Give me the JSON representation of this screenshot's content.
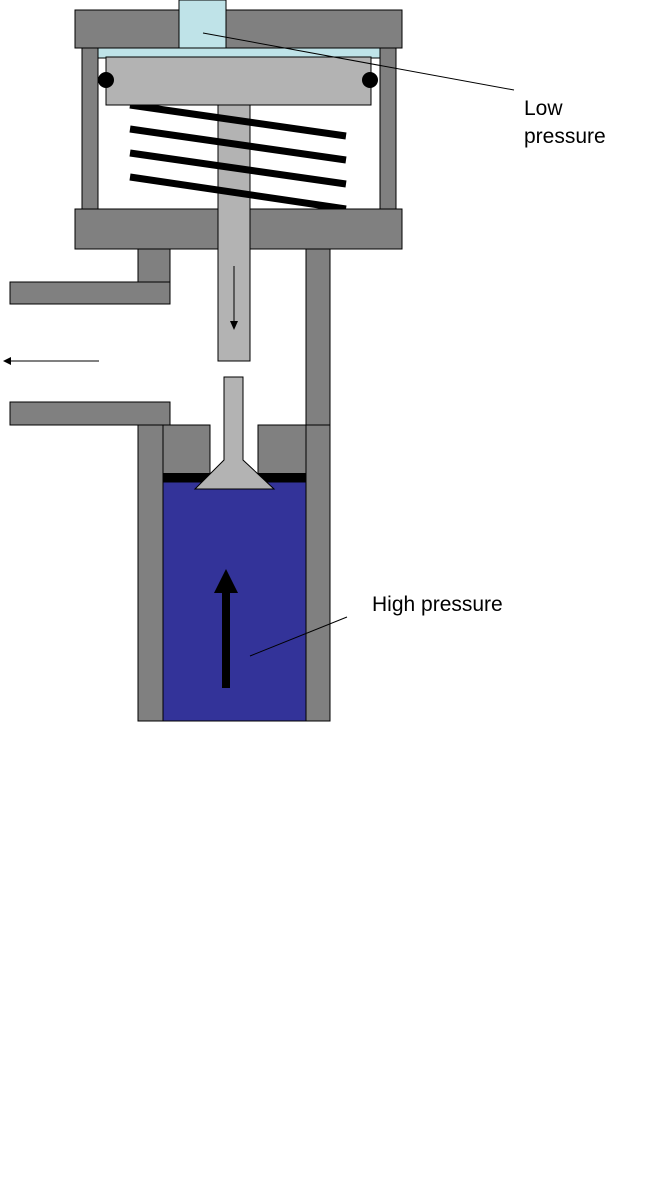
{
  "labels": {
    "low_pressure_line1": "Low",
    "low_pressure_line2": "pressure",
    "high_pressure": "High pressure"
  },
  "colors": {
    "housing": "#808080",
    "piston_plate": "#b3b3b3",
    "low_pressure_chamber": "#bfe3e8",
    "high_pressure_fluid": "#333399",
    "spring": "#000000",
    "outline": "#000000"
  },
  "icons": [
    "spring-coil",
    "o-ring-seal",
    "flow-arrow",
    "force-arrow"
  ]
}
